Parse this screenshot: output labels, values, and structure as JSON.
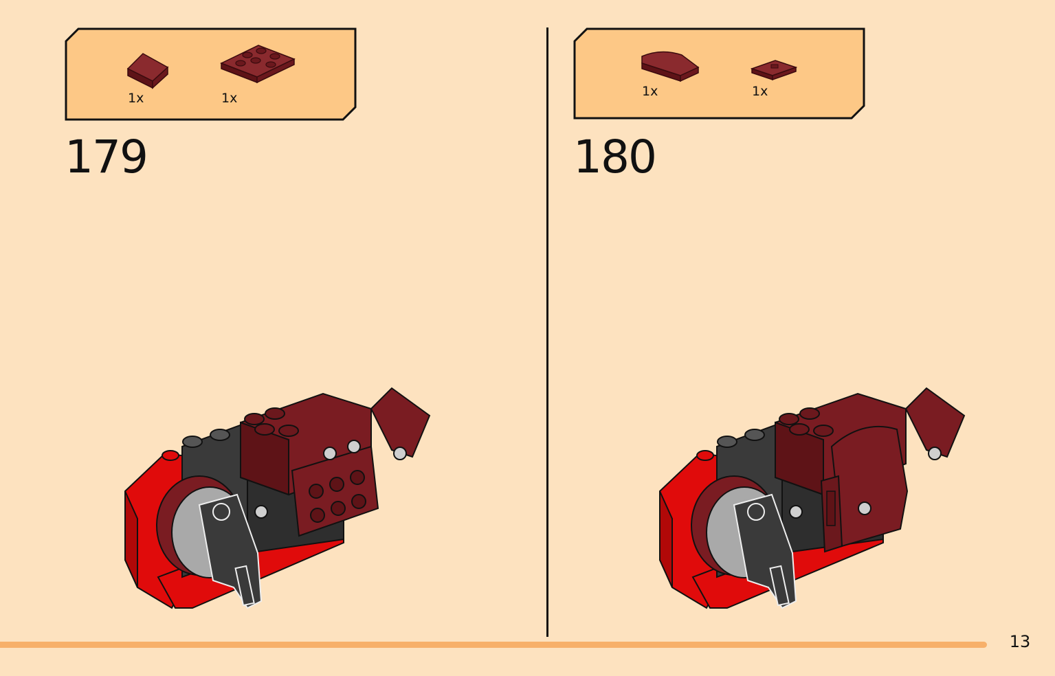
{
  "page": {
    "number": "13",
    "background": "#fde2bf",
    "accent": "#f7b06a",
    "callout_fill": "#fdc886"
  },
  "steps": [
    {
      "number": "179",
      "parts": [
        {
          "name": "slope-brick-dark-red",
          "qty": "1x"
        },
        {
          "name": "plate-2x3-dark-red",
          "qty": "1x"
        }
      ]
    },
    {
      "number": "180",
      "parts": [
        {
          "name": "curved-slope-dark-red",
          "qty": "1x"
        },
        {
          "name": "tile-1x2-dark-red",
          "qty": "1x"
        }
      ]
    }
  ],
  "colors": {
    "dark_red": "#7a1c22",
    "bright_red": "#e00b0b",
    "dark_gray": "#3a3a3a",
    "light_gray": "#cfcfcf"
  }
}
